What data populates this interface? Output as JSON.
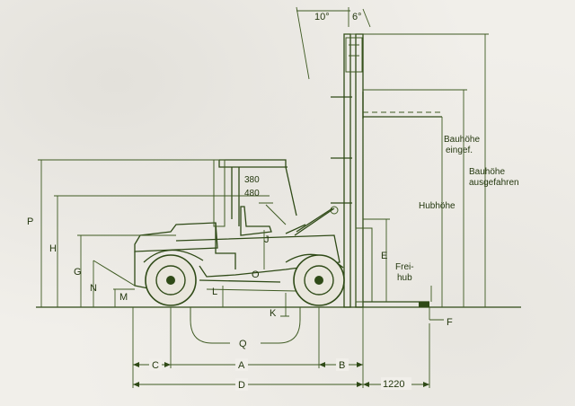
{
  "diagram": {
    "angles": {
      "tilt_back": "10°",
      "tilt_fwd": "6°"
    },
    "labels": {
      "P": "P",
      "H": "H",
      "G": "G",
      "N": "N",
      "M": "M",
      "L": "L",
      "O": "O",
      "K": "K",
      "J": "J",
      "Q": "Q",
      "E": "E",
      "F": "F",
      "A": "A",
      "B": "B",
      "C": "C",
      "D": "D"
    },
    "seat_dims": {
      "upper": "380",
      "lower": "480"
    },
    "mast_texts": {
      "bauhoehe_eingef_1": "Bauhöhe",
      "bauhoehe_eingef_2": "eingef.",
      "bauhoehe_ausgef_1": "Bauhöhe",
      "bauhoehe_ausgef_2": "ausgefahren",
      "hubhoehe": "Hubhöhe",
      "freihub_1": "Frei-",
      "freihub_2": "hub"
    },
    "dims": {
      "fork_length": "1220"
    },
    "colors": {
      "ink": "#2f4a17",
      "paper": "#f1efea"
    }
  }
}
